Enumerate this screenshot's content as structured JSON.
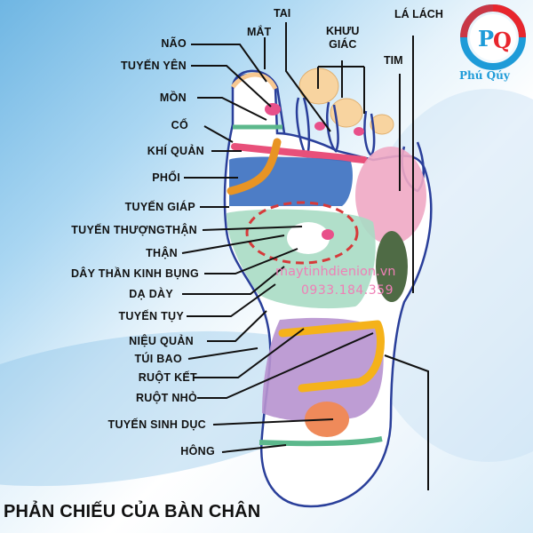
{
  "title": "PHẢN CHIẾU CỦA BÀN CHÂN",
  "logo": {
    "initials_p": "P",
    "initials_q": "Q",
    "brand": "Phú Qúy",
    "ring_red": "#e8262d",
    "ring_blue": "#1e9bd8"
  },
  "watermark": {
    "site": "maytinhdienion.vn",
    "phone": "0933.184.359",
    "color": "#ef7fb6"
  },
  "top_labels": {
    "tai": "TAI",
    "mat": "MẮT",
    "khuu_giac_line1": "KHƯU",
    "khuu_giac_line2": "GIÁC",
    "la_lach": "LÁ LÁCH",
    "tim": "TIM"
  },
  "left_labels": [
    "NÃO",
    "TUYẾN YÊN",
    "MỒN",
    "CỔ",
    "KHÍ QUẢN",
    "PHỔI",
    "TUYẾN GIÁP",
    "TUYẾN THƯỢNGTHẬN",
    "THẬN",
    "DÂY THẦN KINH BỤNG",
    "DẠ DÀY",
    "TUYẾN TỤY",
    "NIỆU QUẢN",
    "TÚI BAO",
    "RUỘT KẾT",
    "RUỘT NHỎ",
    "TUYẾN SINH DỤC",
    "HÔNG"
  ],
  "colors": {
    "outline": "#2a3f9a",
    "lung": "#3a6fc0",
    "thyroid": "#e89424",
    "heart_spleen": "#f0a8c4",
    "kidney_zone": "#a8dcc4",
    "colon": "#f5b21a",
    "intestine": "#b792cf",
    "gonad": "#ef8a5a",
    "hip": "#5cb88c",
    "toe": "#f8d4a0",
    "trachea": "#e8507a",
    "neck": "#5cb88c",
    "liver_dark": "#4f6b45"
  }
}
